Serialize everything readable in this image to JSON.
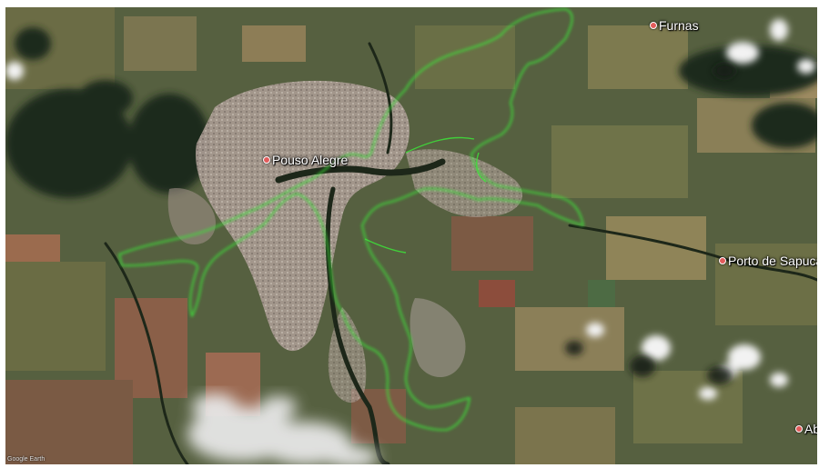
{
  "map": {
    "labels": {
      "furnas": "Furnas",
      "pouso_alegre": "Pouso Alegre",
      "porto_de_sapucai": "Porto de Sapuca",
      "ab": "Ab"
    },
    "attribution": "Google Earth",
    "colors": {
      "boundary": "#3de23a",
      "urban": "#a7998f",
      "river": "#1f2a1c",
      "marker": "#e25b5b",
      "label": "#ffffff"
    }
  }
}
